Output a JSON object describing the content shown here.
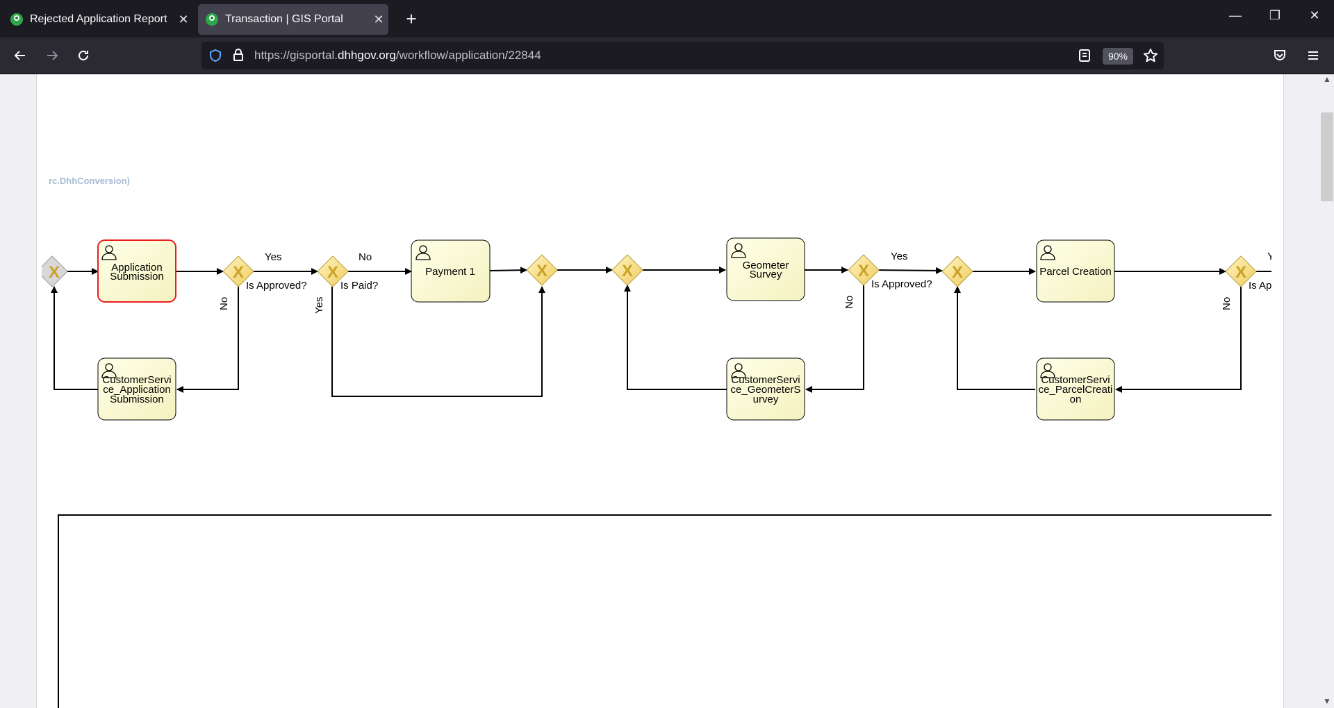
{
  "browser": {
    "tabs": [
      {
        "title": "Rejected Application Report",
        "active": false
      },
      {
        "title": "Transaction | GIS Portal",
        "active": true
      }
    ],
    "url_prefix": "https://gisportal.",
    "url_domain": "dhhgov.org",
    "url_path": "/workflow/application/22844",
    "zoom": "90%"
  },
  "page": {
    "process_label": "rc.DhhConversion)"
  },
  "diagram": {
    "tasks": {
      "application_submission": [
        "Application",
        "Submission"
      ],
      "payment_1": [
        "Payment 1"
      ],
      "geometer_survey": [
        "Geometer",
        "Survey"
      ],
      "parcel_creation": [
        "Parcel Creation"
      ],
      "cs_application_submission": [
        "CustomerServi",
        "ce_Application",
        "Submission"
      ],
      "cs_geometer_survey": [
        "CustomerServi",
        "ce_GeometerS",
        "urvey"
      ],
      "cs_parcel_creation": [
        "CustomerServi",
        "ce_ParcelCreati",
        "on"
      ]
    },
    "labels": {
      "yes": "Yes",
      "no": "No",
      "is_approved": "Is Approved?",
      "is_paid": "Is Paid?",
      "is_approved_cut": "Is Ap",
      "yes_cut": "Y"
    },
    "colors": {
      "task_fill": "#ffffde",
      "active_task_border": "#e81e1e",
      "gateway_fill": "#f9e29a",
      "gateway_mark": "#c9a227"
    }
  }
}
